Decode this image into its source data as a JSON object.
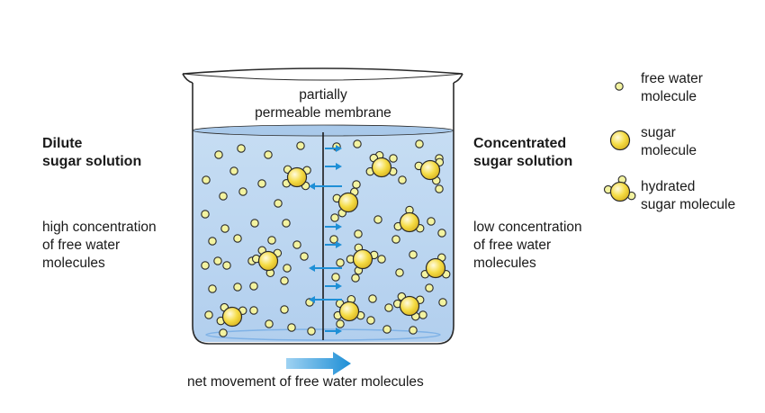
{
  "membrane_label": "partially\npermeable membrane",
  "left": {
    "title": "Dilute\nsugar solution",
    "description": "high concentration\nof free water\nmolecules"
  },
  "right": {
    "title": "Concentrated\nsugar solution",
    "description": "low concentration\nof free water\nmolecules"
  },
  "net_movement_label": "net movement of free water molecules",
  "legend": [
    {
      "icon": "free-water-molecule-icon",
      "label": "free water\nmolecule"
    },
    {
      "icon": "sugar-molecule-icon",
      "label": "sugar\nmolecule"
    },
    {
      "icon": "hydrated-sugar-molecule-icon",
      "label": "hydrated\nsugar molecule"
    }
  ],
  "colors": {
    "solution": "#bcd6f0",
    "solution_surface": "#9ec3e8",
    "arrow": "#1e8fd6",
    "molecule_fill": "#f3f3a0",
    "sugar_fill": "#f4d83a",
    "outline": "#2a2a2a"
  }
}
